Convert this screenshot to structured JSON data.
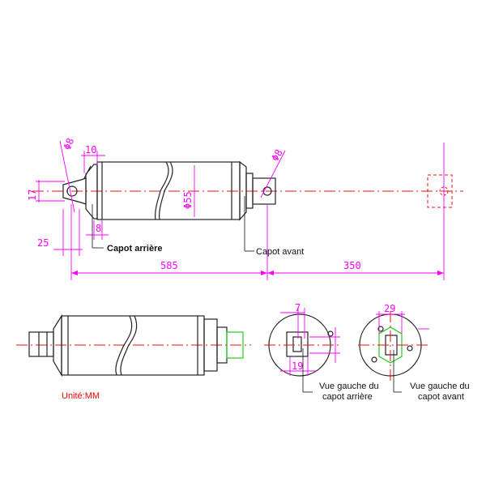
{
  "dimensions": {
    "d8_rear": "Φ8",
    "d10": "10",
    "d17": "17",
    "d55": "Φ55",
    "d8_front": "Φ8",
    "d25": "25",
    "d8_small": "8",
    "d585": "585",
    "d350": "350",
    "d7": "7",
    "d19": "19",
    "d29": "29"
  },
  "labels": {
    "capot_arriere": "Capot arrière",
    "capot_avant": "Capot avant",
    "vue_arriere_l1": "Vue gauche du",
    "vue_arriere_l2": "capot arrière",
    "vue_avant_l1": "Vue gauche du",
    "vue_avant_l2": "capot avant",
    "unit": "Unité:MM"
  },
  "colors": {
    "dimension": "#ff00ff",
    "centerline": "#ee1111",
    "outline": "#222222",
    "accent": "#22cc22"
  }
}
